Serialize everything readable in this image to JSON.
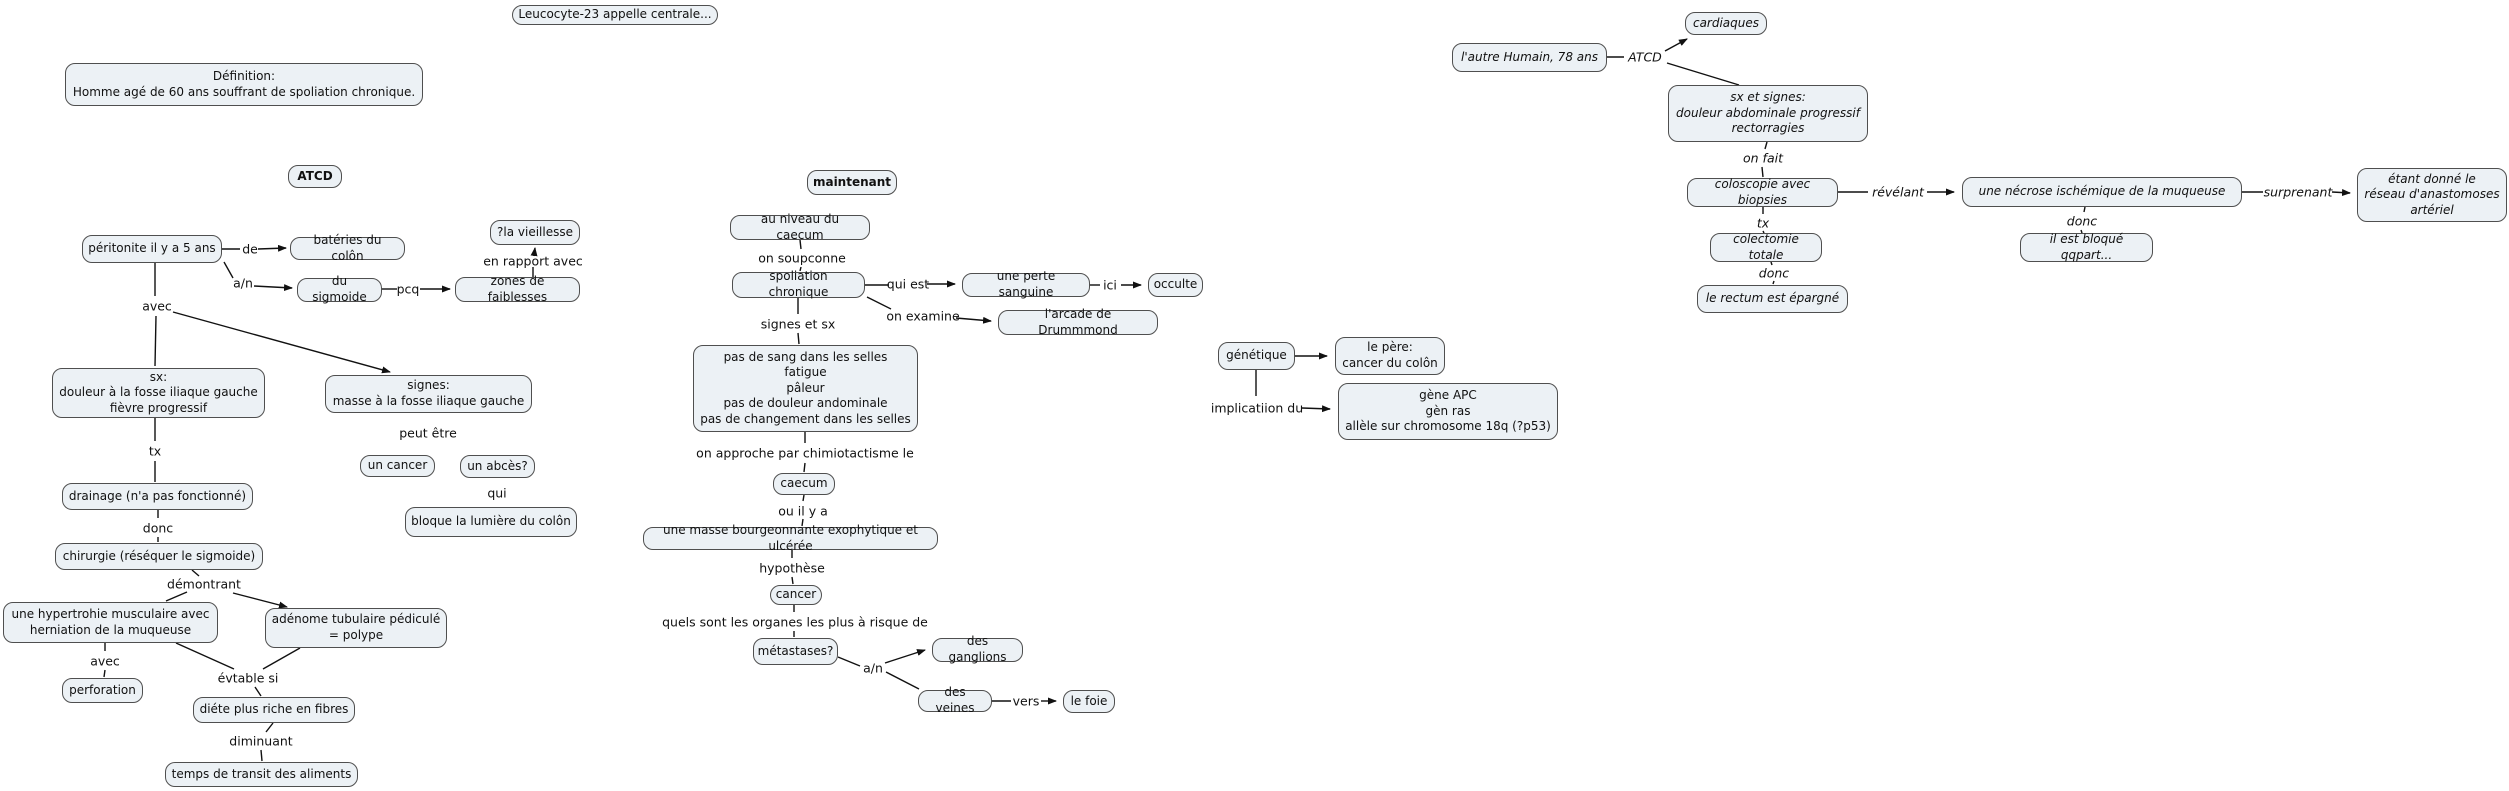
{
  "colors": {
    "background": "#ffffff",
    "node_fill": "#ecf1f5",
    "node_border": "#4f4f4f",
    "line": "#111111"
  },
  "nodes": {
    "definition": [
      "Définition:",
      "Homme agé de 60 ans souffrant de spoliation chronique."
    ],
    "atcd": "ATCD",
    "leucocyte": "Leucocyte-23 appelle centrale...",
    "peritonite": "péritonite il y a 5 ans",
    "bacteries_colon": "batéries du colôn",
    "du_sigmoide": "du sigmoide",
    "zones_faiblesses": "zones de faiblesses",
    "la_vieillesse": "?la vieillesse",
    "sx_gauche": [
      "sx:",
      "douleur à la fosse iliaque gauche",
      "fièvre progressif"
    ],
    "signes_masse": [
      "signes:",
      "masse à la fosse iliaque gauche"
    ],
    "un_cancer": "un cancer",
    "un_abces": "un abcès?",
    "bloque_lumiere": "bloque la lumière du colôn",
    "drainage": "drainage (n'a pas fonctionné)",
    "chirurgie": "chirurgie (réséquer le sigmoide)",
    "hypertrophie": [
      "une hypertrohie musculaire avec",
      "herniation de la muqueuse"
    ],
    "perforation": "perforation",
    "adenome": [
      "adénome tubulaire pédiculé",
      "= polype"
    ],
    "diete": "diéte plus riche en fibres",
    "temps_transit": "temps de transit des aliments",
    "maintenant": "maintenant",
    "niveau_caecum": "au niveau du caecum",
    "spoliation": "spoliation chronique",
    "perte_sanguine": "une perte sanguine",
    "occulte": "occulte",
    "arcade": "l'arcade de Drummmond",
    "signes_sx_liste": [
      "pas de sang dans les selles",
      "fatigue",
      "pâleur",
      "pas de douleur andominale",
      "pas de changement dans les selles"
    ],
    "caecum": "caecum",
    "masse_bourgeonnante": "une masse bourgeonnante exophytique et ulcérée",
    "cancer": "cancer",
    "metastases": "métastases?",
    "ganglions": "des ganglions",
    "veines": "des veines",
    "foie": "le foie",
    "genetique": "génétique",
    "pere": [
      "le père:",
      "cancer du colôn"
    ],
    "genes": [
      "gène APC",
      "gèn ras",
      "allèle sur chromosome 18q (?p53)"
    ],
    "autre_humain": "l'autre Humain, 78 ans",
    "cardiaques": "cardiaques",
    "sx_et_signes": [
      "sx et signes:",
      "douleur abdominale progressif",
      "rectorragies"
    ],
    "coloscopie": "coloscopie avec biopsies",
    "necrose": "une nécrose ischémique de la muqueuse",
    "etant_donne": [
      "étant donné le",
      "réseau d'anastomoses",
      "artériel"
    ],
    "bloque_qqpart": "il est bloqué qqpart...",
    "colectomie": "colectomie totale",
    "rectum": "le rectum est épargné"
  },
  "links": {
    "de": "de",
    "an_left": "a/n",
    "pcq": "pcq",
    "en_rapport": "en rapport avec",
    "avec_top": "avec",
    "tx_left": "tx",
    "peut_etre": "peut être",
    "qui": "qui",
    "donc_left": "donc",
    "demontrant": "démontrant",
    "avec_bottom": "avec",
    "evtable": "évtable si",
    "diminuant": "diminuant",
    "on_soupconne": "on soupconne",
    "qui_est": "qui est",
    "ici": "ici",
    "on_examine": "on examine",
    "signes_et_sx": "signes et sx",
    "on_approche": "on approche par chimiotactisme le",
    "ou_il_y_a": "ou il y a",
    "hypothese": "hypothèse",
    "quels_organes": "quels sont les organes les plus à risque de",
    "an_right": "a/n",
    "vers": "vers",
    "implication": "implicatiion du",
    "atcd_right": "ATCD",
    "on_fait": "on fait",
    "revelant": "révélant",
    "surprenant": "surprenant",
    "donc_necrose": "donc",
    "tx_right": "tx",
    "donc_colectomie": "donc"
  }
}
